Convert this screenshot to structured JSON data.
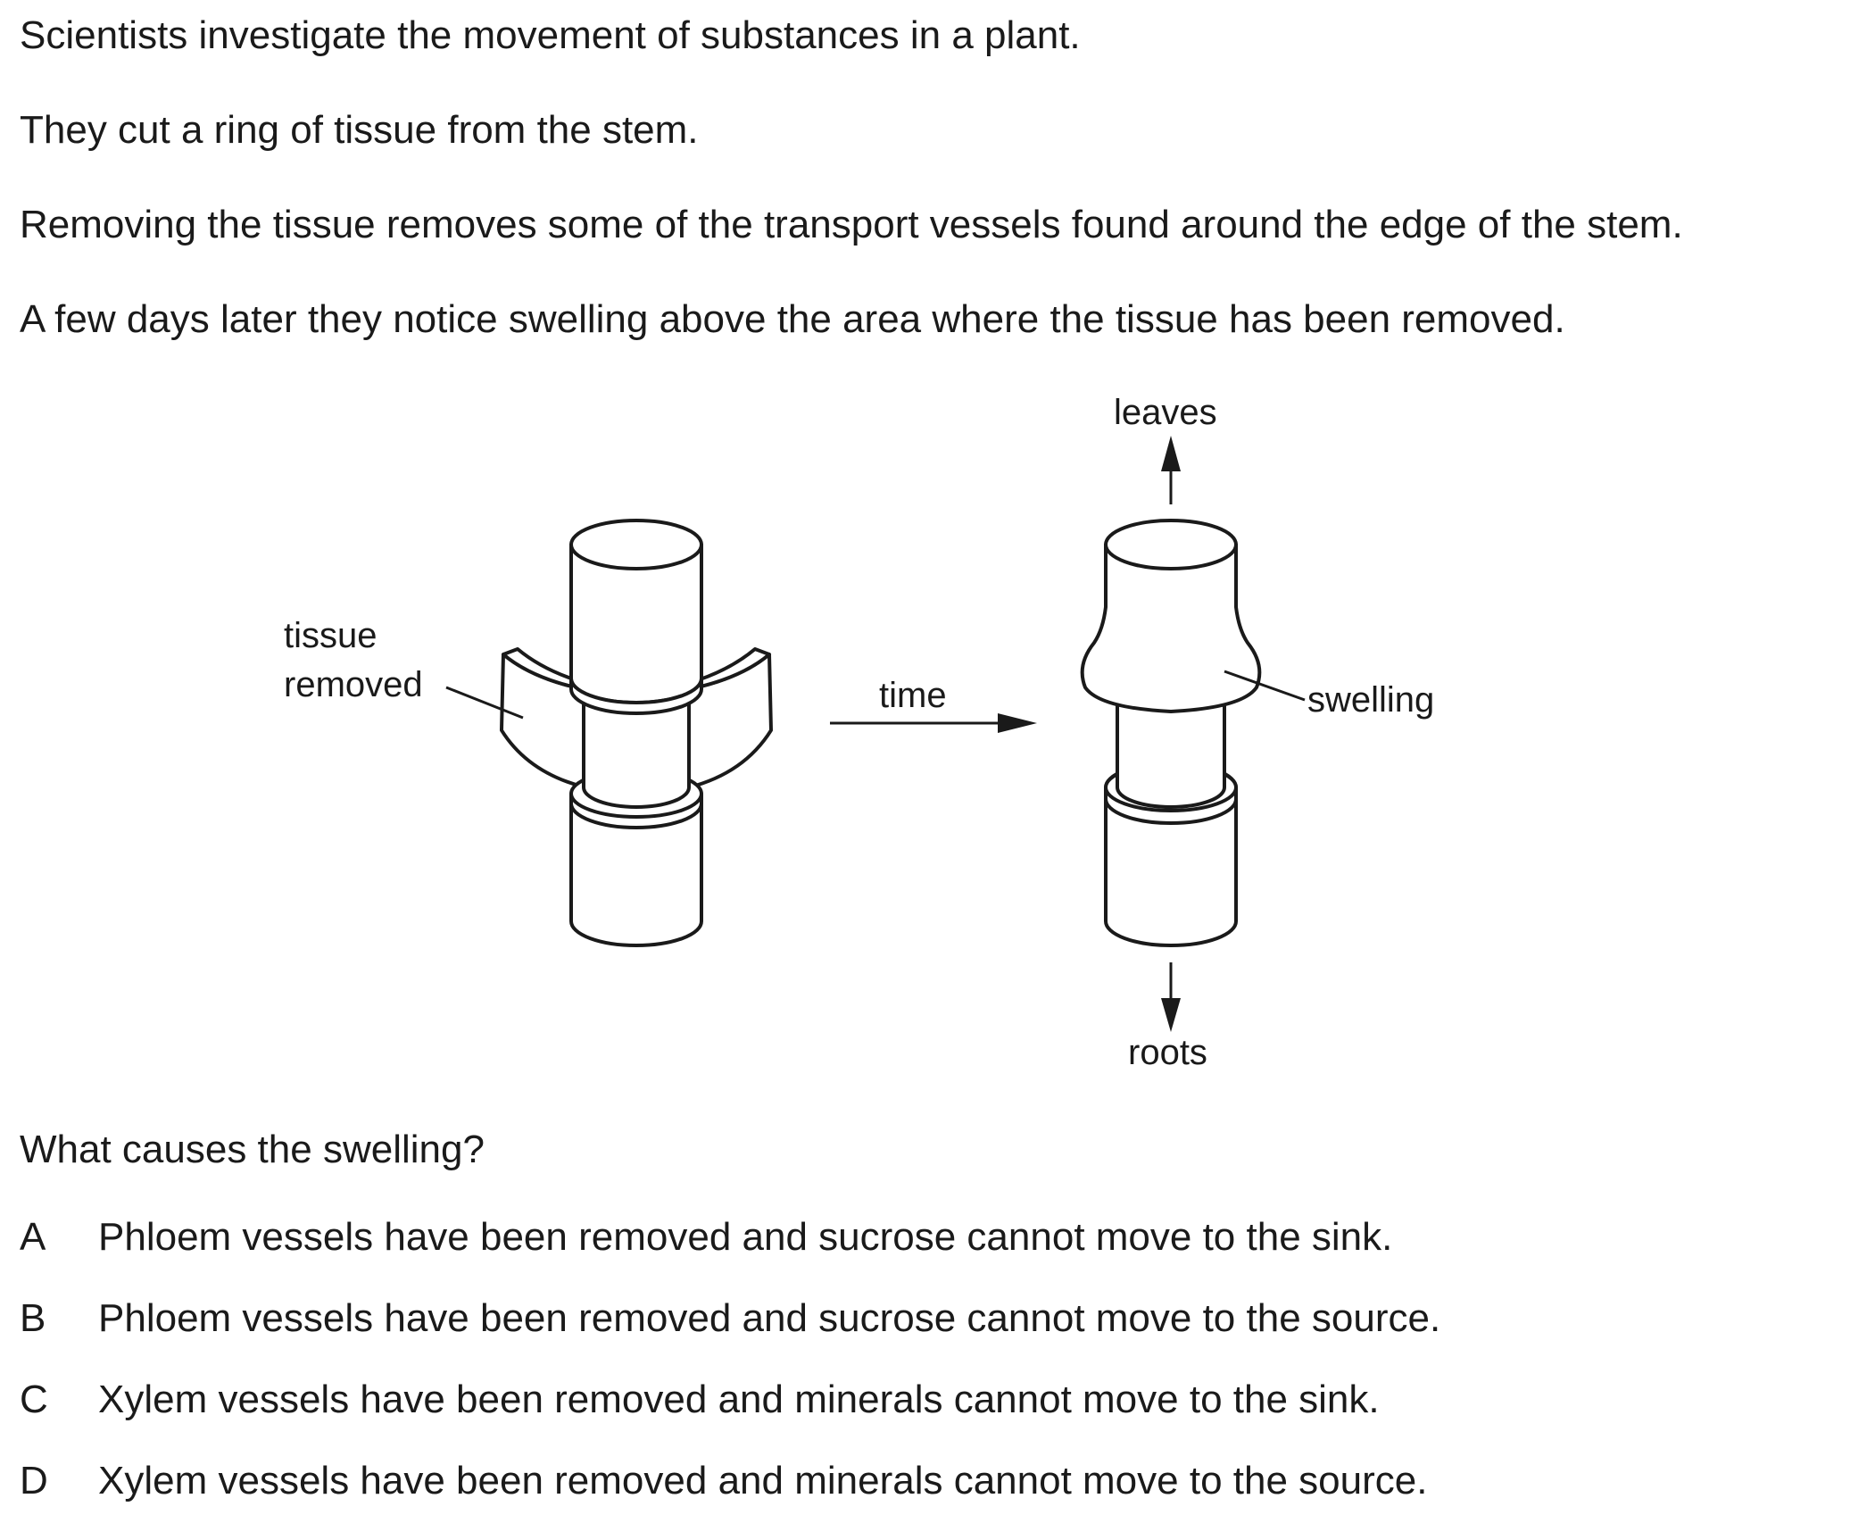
{
  "intro": [
    "Scientists investigate the movement of substances in a plant.",
    "They cut a ring of tissue from the stem.",
    "Removing the tissue removes some of the transport vessels found around the edge of the stem.",
    "A few days later they notice swelling above the area where the tissue has been removed."
  ],
  "diagram": {
    "label_tissue_line1": "tissue",
    "label_tissue_line2": "removed",
    "label_time": "time",
    "label_leaves": "leaves",
    "label_swelling": "swelling",
    "label_roots": "roots"
  },
  "question": "What causes the swelling?",
  "options": [
    {
      "letter": "A",
      "text": "Phloem vessels have been removed and sucrose cannot move to the sink."
    },
    {
      "letter": "B",
      "text": "Phloem vessels have been removed and sucrose cannot move to the source."
    },
    {
      "letter": "C",
      "text": "Xylem vessels have been removed and minerals cannot move to the sink."
    },
    {
      "letter": "D",
      "text": "Xylem vessels have been removed and minerals cannot move to the source."
    }
  ]
}
